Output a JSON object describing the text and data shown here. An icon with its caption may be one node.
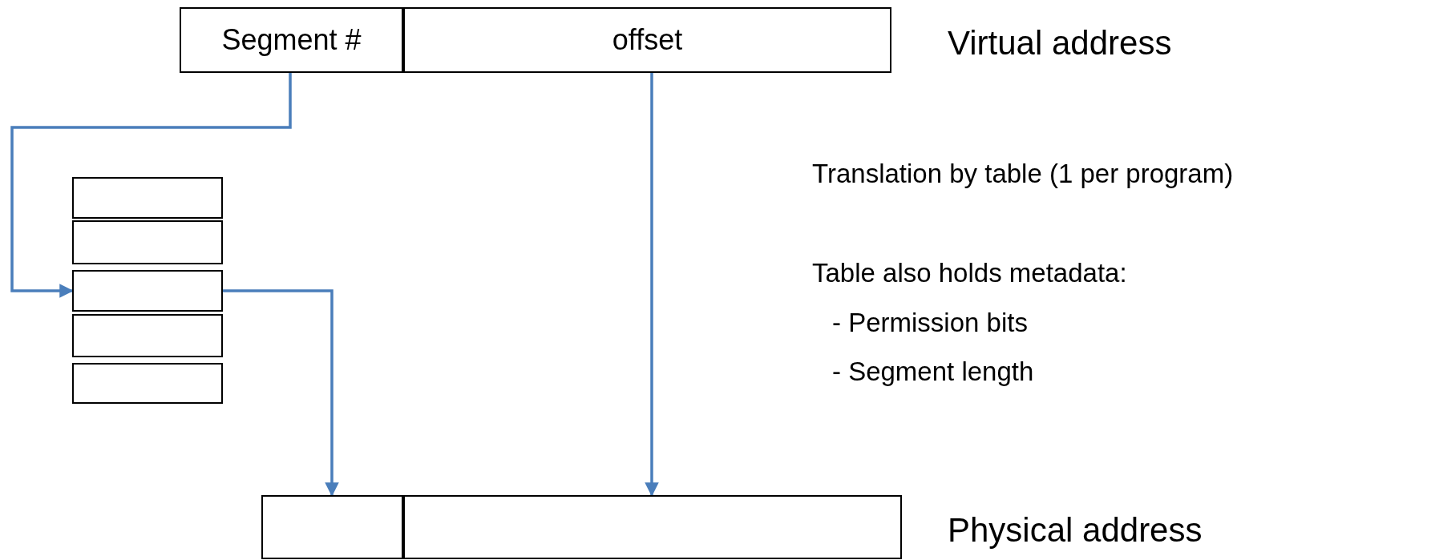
{
  "diagram": {
    "nodes": [
      {
        "text": [
          "Segment #"
        ]
      },
      {
        "text": [
          "offset"
        ]
      },
      {
        "text": [],
        "shape": "box"
      },
      {
        "text": [],
        "shape": "box"
      },
      {
        "text": [],
        "shape": "box"
      },
      {
        "text": [],
        "shape": "box"
      },
      {
        "text": [],
        "shape": "box"
      },
      {
        "text": [],
        "shape": "box"
      },
      {
        "text": [],
        "shape": "box"
      }
    ],
    "edges": [
      {
        "from": 0,
        "to": 4,
        "arrow": "to"
      },
      {
        "from": 4,
        "to": 7,
        "arrow": "to"
      },
      {
        "from": 1,
        "to": 8,
        "arrow": "to"
      }
    ],
    "labels": [
      "Virtual address",
      "Translation by table (1 per program)",
      "Table also holds metadata:",
      "- Permission bits",
      "- Segment length",
      "Physical address"
    ]
  }
}
